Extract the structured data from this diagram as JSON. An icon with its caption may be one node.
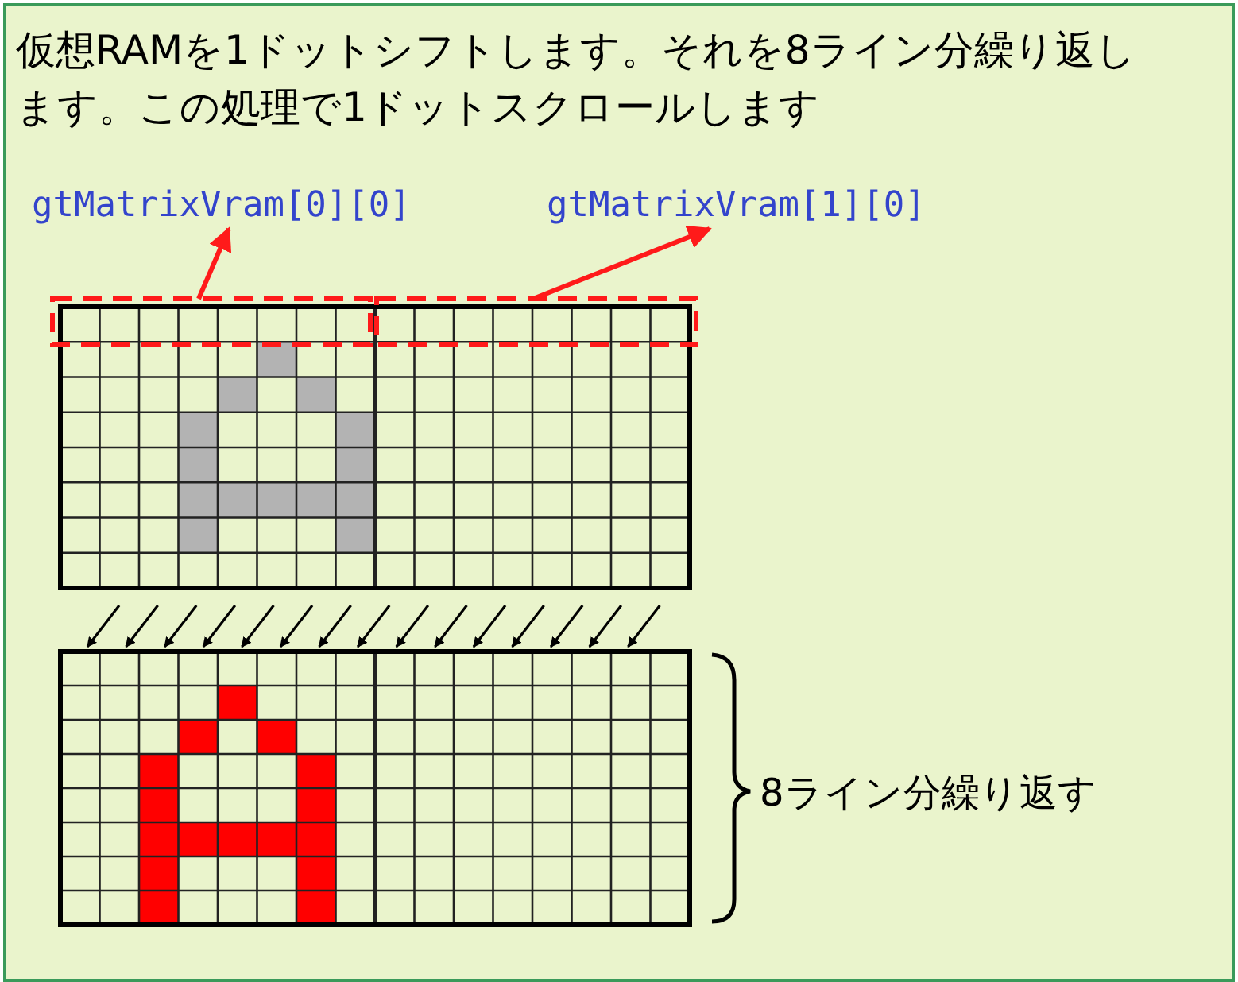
{
  "diagram": {
    "title": "仮想RAMを1ドットシフトします。それを8ライン分繰り返します。この処理で1ドットスクロールします",
    "nodes": [
      {
        "text": [
          "gtMatrixVram[0][0]"
        ]
      },
      {
        "text": [
          "gtMatrixVram[1][0]"
        ]
      },
      {
        "text": [],
        "shape": "box"
      },
      {
        "text": [],
        "shape": "box"
      }
    ],
    "edges": [
      {
        "from": 2,
        "to": 0,
        "arrow": "to"
      },
      {
        "from": 3,
        "to": 1,
        "arrow": "to"
      }
    ],
    "labels": [
      "8ライン分繰り返す"
    ]
  }
}
